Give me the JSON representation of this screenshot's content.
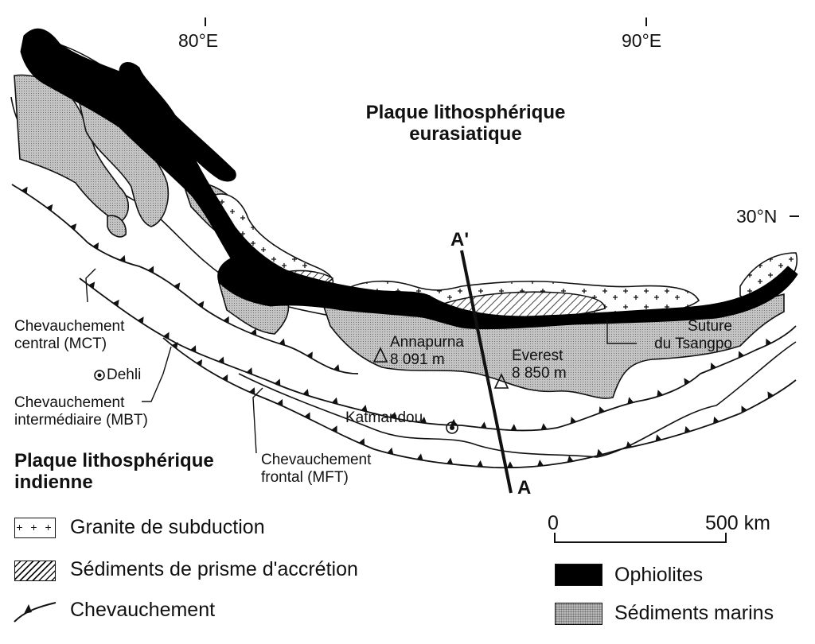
{
  "coords": {
    "lon80": "80°E",
    "lon90": "90°E",
    "lat30": "30°N"
  },
  "plates": {
    "eurasian": [
      "Plaque lithosphérique",
      "eurasiatique"
    ],
    "indian": [
      "Plaque lithosphérique",
      "indienne"
    ]
  },
  "faults": {
    "mct": [
      "Chevauchement",
      "central (MCT)"
    ],
    "mbt": [
      "Chevauchement",
      "intermédiaire (MBT)"
    ],
    "mft": [
      "Chevauchement",
      "frontal (MFT)"
    ]
  },
  "places": {
    "dehli": "Dehli",
    "katmandou": "Katmandou",
    "annapurna": {
      "name": "Annapurna",
      "alt": "8 091 m"
    },
    "everest": {
      "name": "Everest",
      "alt": "8 850 m"
    },
    "suture": [
      "Suture",
      "du Tsangpo"
    ]
  },
  "section": {
    "start": "A",
    "end": "A'"
  },
  "scale": {
    "zero": "0",
    "max": "500 km"
  },
  "legend": {
    "granite": "Granite de subduction",
    "prisme": "Sédiments de prisme d'accrétion",
    "chevauchement": "Chevauchement",
    "ophiolites": "Ophiolites",
    "marins": "Sédiments marins"
  },
  "colors": {
    "ink": "#111111",
    "marine": "#b9b9b9",
    "ophiolite": "#000000",
    "paper": "#ffffff"
  }
}
